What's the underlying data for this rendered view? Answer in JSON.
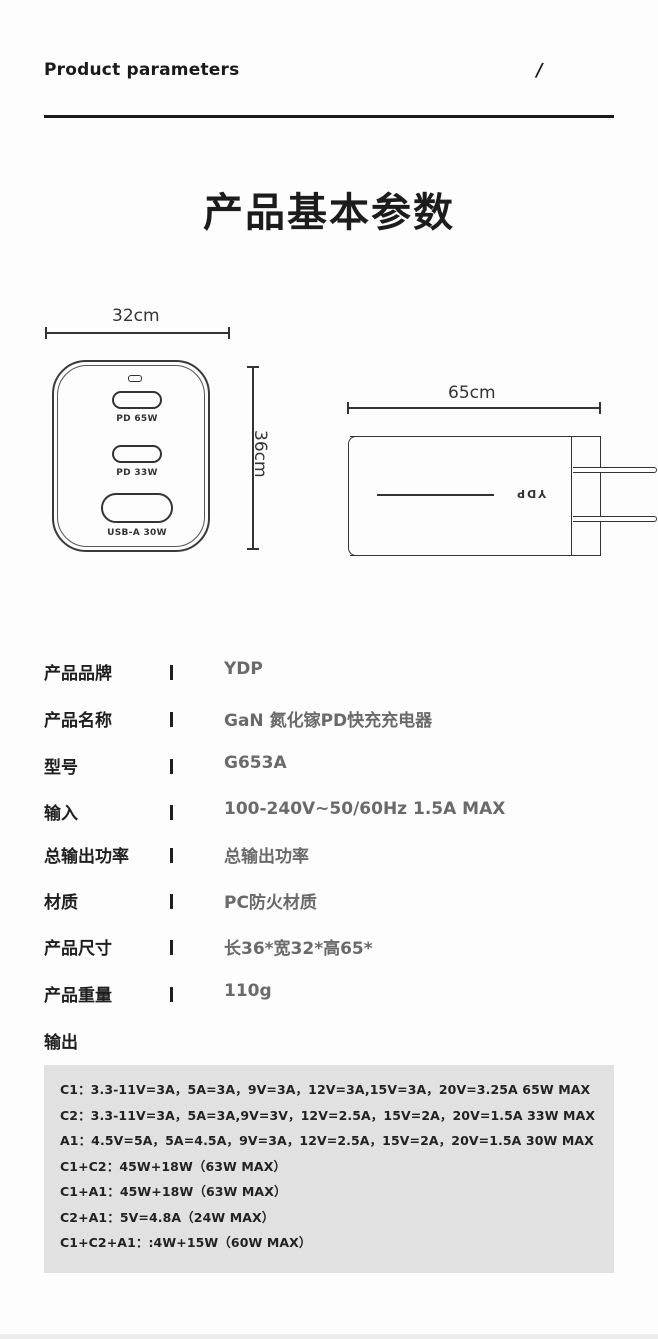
{
  "header": {
    "label": "Product parameters",
    "slash": "/"
  },
  "title": "产品基本参数",
  "diagram": {
    "front": {
      "width_label": "32cm",
      "height_label": "36cm",
      "ports": [
        {
          "type": "USB-C",
          "label": "PD 65W"
        },
        {
          "type": "USB-C",
          "label": "PD 33W"
        },
        {
          "type": "USB-A",
          "label": "USB-A 30W"
        }
      ]
    },
    "side": {
      "length_label": "65cm",
      "logo": "YDP"
    }
  },
  "specs": [
    {
      "label": "产品品牌",
      "value": "YDP"
    },
    {
      "label": "产品名称",
      "value": "GaN 氮化镓PD快充充电器"
    },
    {
      "label": "型号",
      "value": "G653A"
    },
    {
      "label": "输入",
      "value": "100-240V~50/60Hz 1.5A MAX"
    },
    {
      "label": "总输出功率",
      "value": "总输出功率"
    },
    {
      "label": "材质",
      "value": "PC防火材质"
    },
    {
      "label": "产品尺寸",
      "value": "长36*宽32*高65*"
    },
    {
      "label": "产品重量",
      "value": "110g"
    }
  ],
  "output": {
    "label": "输出",
    "lines": [
      "C1：3.3-11V=3A，5A=3A，9V=3A，12V=3A,15V=3A，20V=3.25A 65W MAX",
      "C2：3.3-11V=3A，5A=3A,9V=3V，12V=2.5A，15V=2A，20V=1.5A 33W MAX",
      "A1：4.5V=5A，5A=4.5A，9V=3A，12V=2.5A，15V=2A，20V=1.5A 30W MAX",
      "C1+C2：45W+18W（63W MAX）",
      "C1+A1：45W+18W（63W MAX）",
      "C2+A1：5V=4.8A（24W MAX）",
      "C1+C2+A1：:4W+15W（60W MAX）"
    ]
  }
}
